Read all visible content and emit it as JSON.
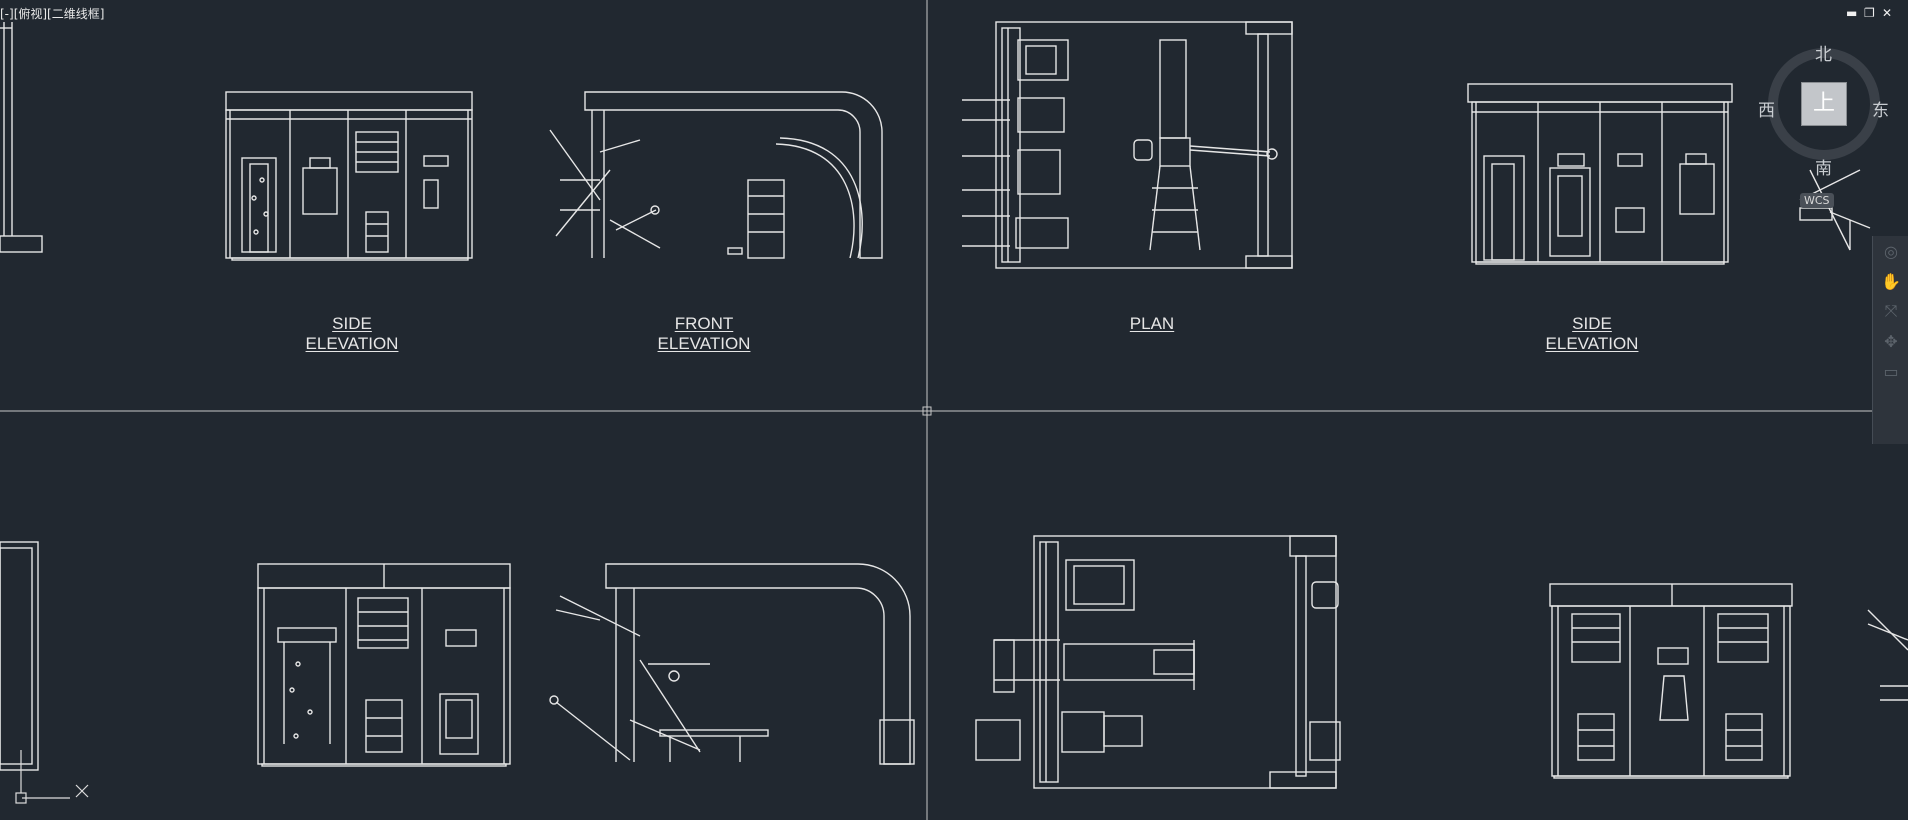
{
  "viewport": {
    "label": "[-][俯视][二维线框]"
  },
  "window_controls": {
    "minimize": "▬",
    "restore": "❐",
    "close": "✕"
  },
  "captions": [
    {
      "line1": "SIDE",
      "line2": "ELEVATION"
    },
    {
      "line1": "FRONT",
      "line2": "ELEVATION"
    },
    {
      "line1": "PLAN",
      "line2": ""
    },
    {
      "line1": "SIDE",
      "line2": "ELEVATION"
    }
  ],
  "viewcube": {
    "north": "北",
    "south": "南",
    "east": "东",
    "west": "西",
    "face": "上",
    "wcs_label": "WCS"
  },
  "navbar": {
    "icons": [
      "steering-wheel-icon",
      "pan-icon",
      "zoom-icon",
      "orbit-icon",
      "showmotion-icon"
    ]
  },
  "colors": {
    "background": "#212830",
    "linework": "#e8e8e8",
    "crosshair": "#c8c8c8"
  }
}
